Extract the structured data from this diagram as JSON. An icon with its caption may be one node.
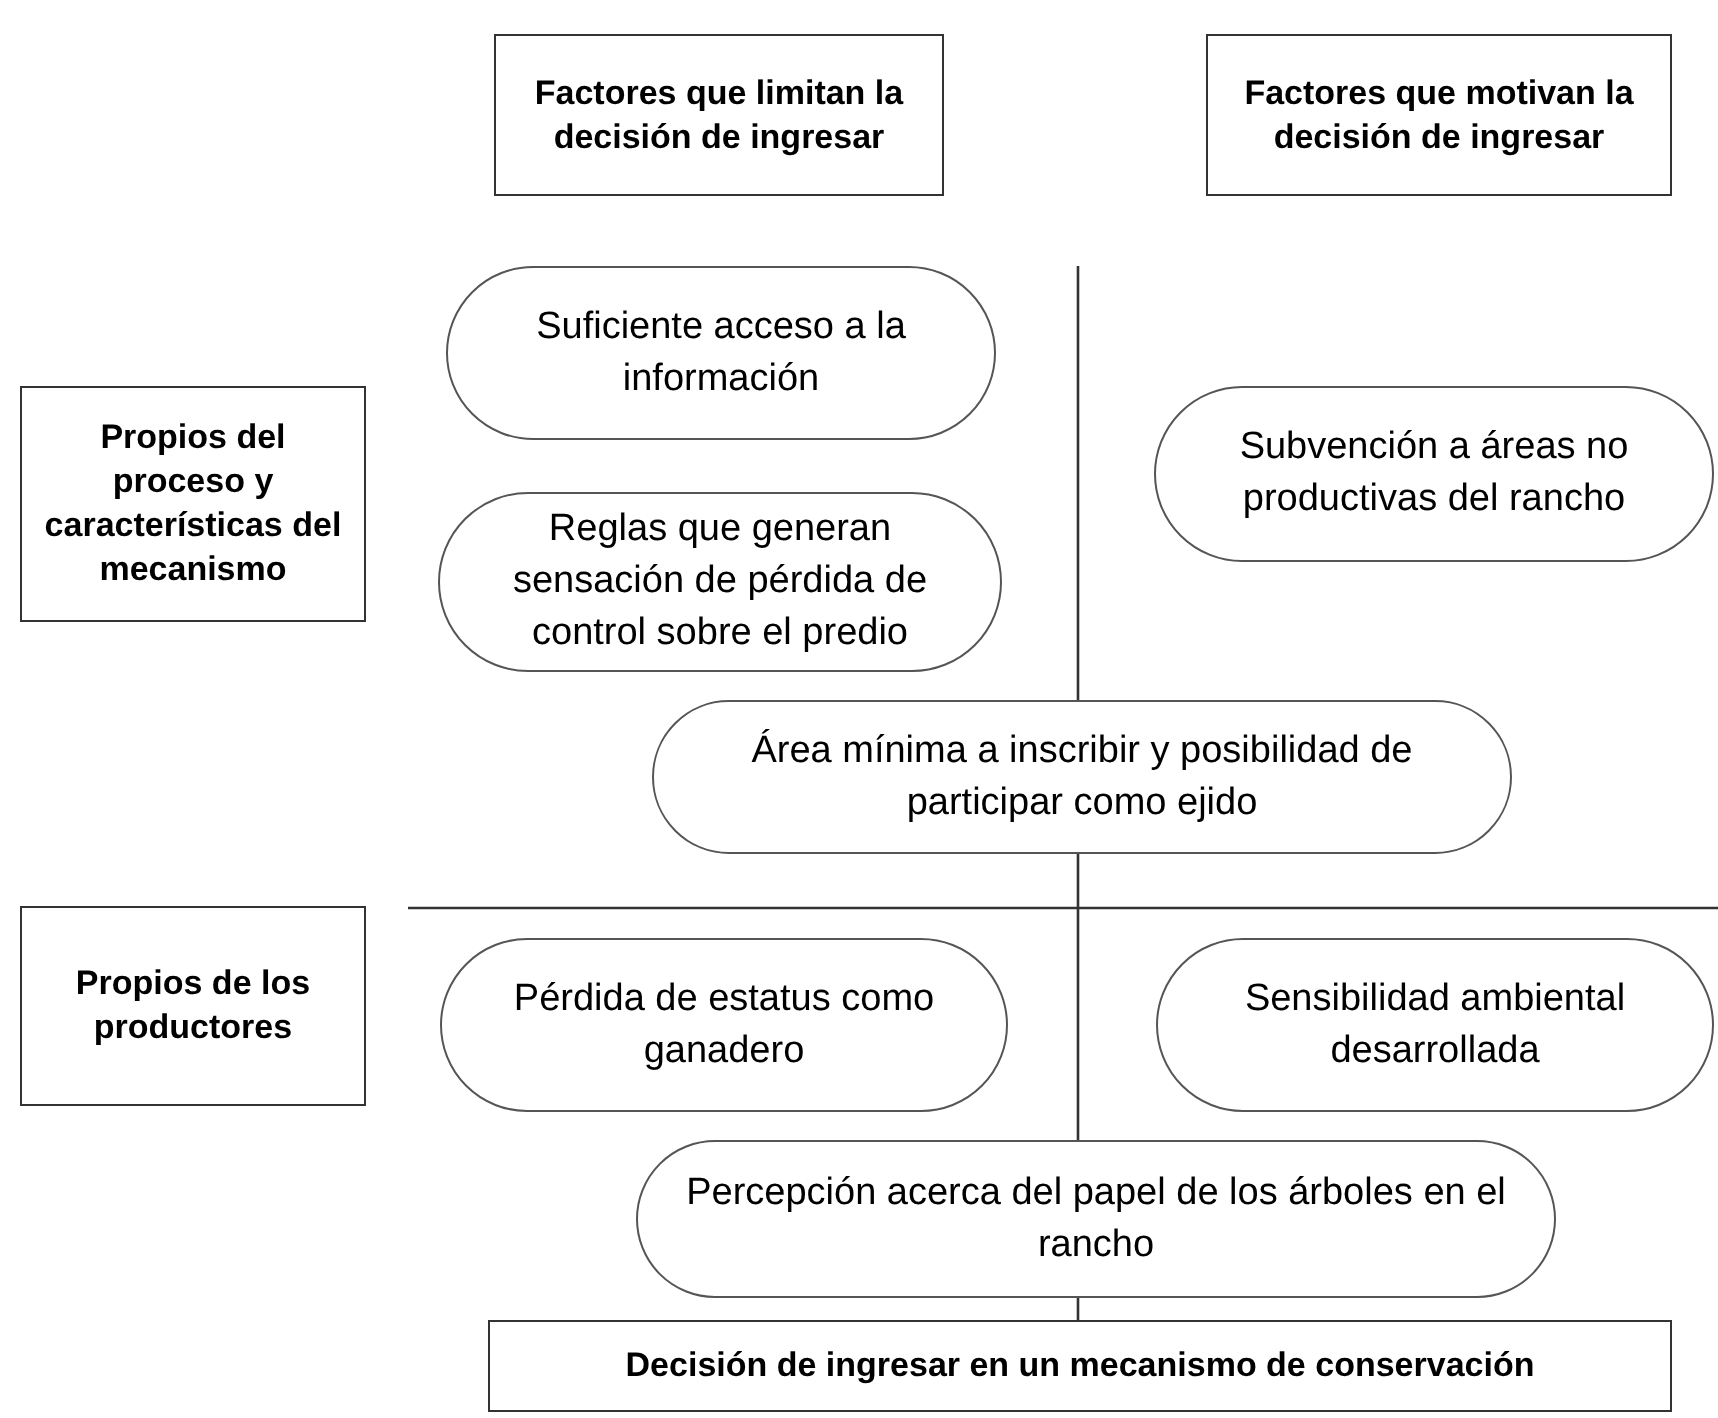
{
  "diagram": {
    "nodes": [
      {
        "text": [
          "Factores que limitan la decisión de ingresar"
        ]
      },
      {
        "text": [
          "Factores que motivan la decisión de ingresar"
        ]
      },
      {
        "text": [
          "Propios del proceso y características del mecanismo"
        ]
      },
      {
        "text": [
          "Suficiente acceso a la información"
        ]
      },
      {
        "text": [
          "Reglas que generan sensación de pérdida de control sobre el predio"
        ]
      },
      {
        "text": [
          "Subvención a áreas no productivas del rancho"
        ]
      },
      {
        "text": [
          "Área mínima a inscribir y posibilidad de participar como ejido"
        ]
      },
      {
        "text": [
          "Propios de los productores"
        ]
      },
      {
        "text": [
          "Pérdida de estatus como ganadero"
        ]
      },
      {
        "text": [
          "Sensibilidad ambiental desarrollada"
        ]
      },
      {
        "text": [
          "Percepción acerca del papel de los árboles en el rancho"
        ]
      },
      {
        "text": [
          "Decisión de ingresar en un mecanismo de conservación"
        ]
      }
    ]
  }
}
